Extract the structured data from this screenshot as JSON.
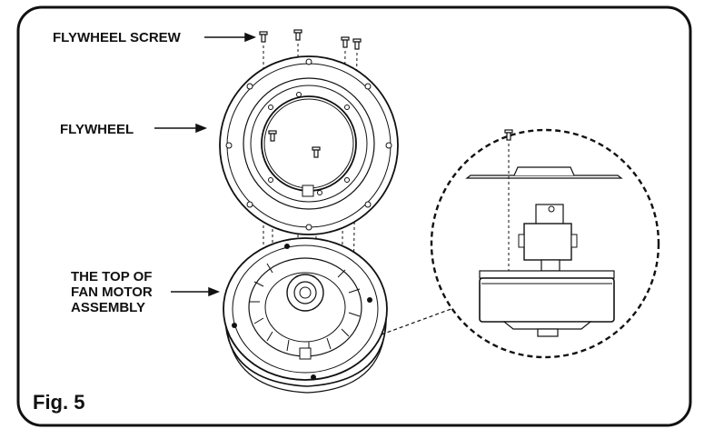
{
  "labels": {
    "flywheel_screw": "FLYWHEEL SCREW",
    "flywheel": "FLYWHEEL",
    "motor_line1": "THE TOP OF",
    "motor_line2": "FAN MOTOR",
    "motor_line3": "ASSEMBLY",
    "figure": "Fig. 5"
  },
  "colors": {
    "line": "#111111",
    "background": "#ffffff"
  },
  "icons": [
    "screw-icon",
    "arrow-icon"
  ]
}
